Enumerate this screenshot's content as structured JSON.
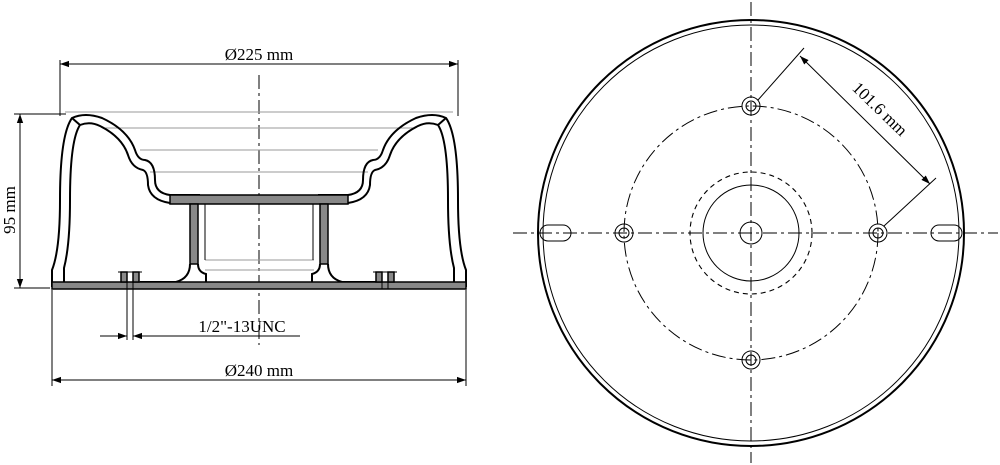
{
  "dimensions": {
    "top_diameter": "Ø225 mm",
    "height": "95 mm",
    "thread": "1/2\"-13UNC",
    "bottom_diameter": "Ø240 mm",
    "bolt_spacing": "101.6 mm"
  }
}
